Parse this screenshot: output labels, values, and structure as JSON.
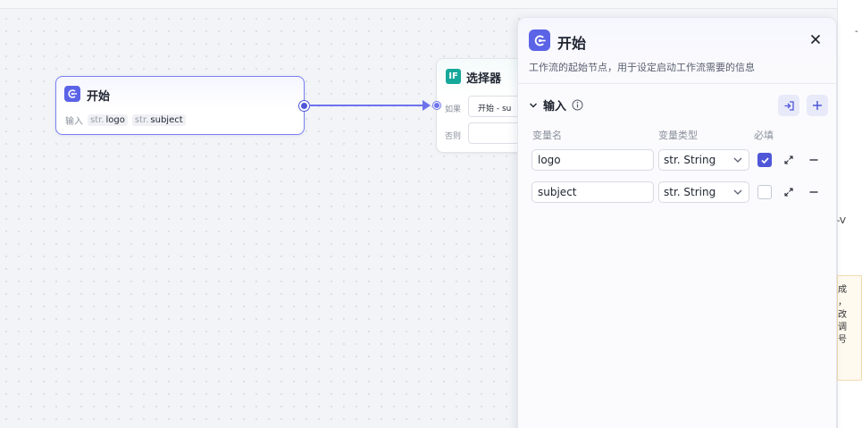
{
  "canvas": {
    "start_node": {
      "title": "开始",
      "input_label": "输入",
      "inputs": [
        {
          "type": "str.",
          "name": "logo"
        },
        {
          "type": "str.",
          "name": "subject"
        }
      ]
    },
    "if_node": {
      "title": "选择器",
      "badge": "IF",
      "if_label": "如果",
      "else_label": "否则",
      "condition_text": "开始 - su"
    },
    "background_text": {
      "right_mid": "-V",
      "warn_lines": [
        "成",
        "，",
        "改",
        "调",
        "号"
      ],
      "top_right": "-"
    }
  },
  "panel": {
    "title": "开始",
    "description": "工作流的起始节点，用于设定启动工作流需要的信息",
    "section_title": "输入",
    "columns": {
      "name": "变量名",
      "type": "变量类型",
      "required": "必填"
    },
    "variables": [
      {
        "name": "logo",
        "type": "str. String",
        "required": true
      },
      {
        "name": "subject",
        "type": "str. String",
        "required": false
      }
    ]
  },
  "colors": {
    "accent": "#5b63e6",
    "if_badge": "#16a89b",
    "edge": "#6d73ec"
  }
}
